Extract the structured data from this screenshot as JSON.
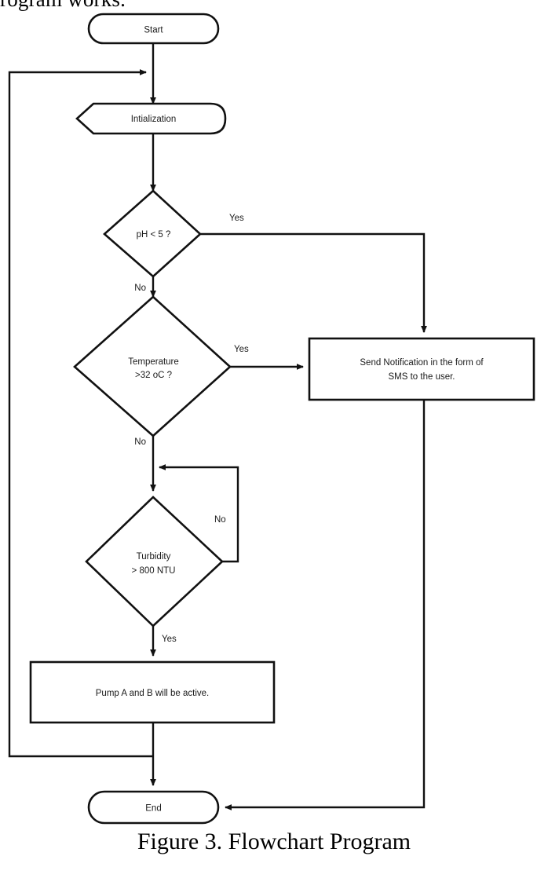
{
  "page": {
    "clipped_heading": "rogram works.",
    "figure_caption": "Figure 3. Flowchart Program"
  },
  "colors": {
    "stroke": "#111111",
    "fill": "#ffffff",
    "text": "#1a1a1a",
    "background": "#ffffff"
  },
  "chart_data": {
    "type": "diagram",
    "diagram_type": "flowchart",
    "title": "Figure 3. Flowchart Program",
    "nodes": [
      {
        "id": "start",
        "shape": "terminator",
        "label": "Start"
      },
      {
        "id": "init",
        "shape": "preparation",
        "label": "Intialization"
      },
      {
        "id": "ph",
        "shape": "decision",
        "label": "pH < 5 ?"
      },
      {
        "id": "temperature",
        "shape": "decision",
        "label_line1": "Temperature",
        "label_line2": ">32 oC ?"
      },
      {
        "id": "notify",
        "shape": "process",
        "label_line1": "Send Notification in the form of",
        "label_line2": "SMS to the user."
      },
      {
        "id": "turbidity",
        "shape": "decision",
        "label_line1": "Turbidity",
        "label_line2": "> 800 NTU"
      },
      {
        "id": "pump",
        "shape": "process",
        "label": "Pump A and B will be active."
      },
      {
        "id": "end",
        "shape": "terminator",
        "label": "End"
      }
    ],
    "edges": [
      {
        "from": "start",
        "to": "init",
        "label": ""
      },
      {
        "from": "init",
        "to": "ph",
        "label": ""
      },
      {
        "from": "ph",
        "to": "notify",
        "label": "Yes"
      },
      {
        "from": "ph",
        "to": "temperature",
        "label": "No"
      },
      {
        "from": "temperature",
        "to": "notify",
        "label": "Yes"
      },
      {
        "from": "temperature",
        "to": "turbidity",
        "label": "No"
      },
      {
        "from": "turbidity",
        "to": "turbidity",
        "label": "No"
      },
      {
        "from": "turbidity",
        "to": "pump",
        "label": "Yes"
      },
      {
        "from": "pump",
        "to": "end",
        "label": ""
      },
      {
        "from": "pump",
        "to": "init",
        "label": ""
      },
      {
        "from": "notify",
        "to": "end",
        "label": ""
      }
    ]
  },
  "labels": {
    "start": "Start",
    "initialization": "Intialization",
    "ph_decision": "pH < 5 ?",
    "temperature_line1": "Temperature",
    "temperature_line2": ">32 oC ?",
    "notification_line1": "Send Notification in the form of",
    "notification_line2": "SMS to the user.",
    "turbidity_line1": "Turbidity",
    "turbidity_line2": "> 800 NTU",
    "pump": "Pump A and B will be active.",
    "end": "End",
    "yes_ph": "Yes",
    "no_ph": "No",
    "yes_temp": "Yes",
    "no_temp": "No",
    "no_turbidity": "No",
    "yes_turbidity": "Yes"
  }
}
